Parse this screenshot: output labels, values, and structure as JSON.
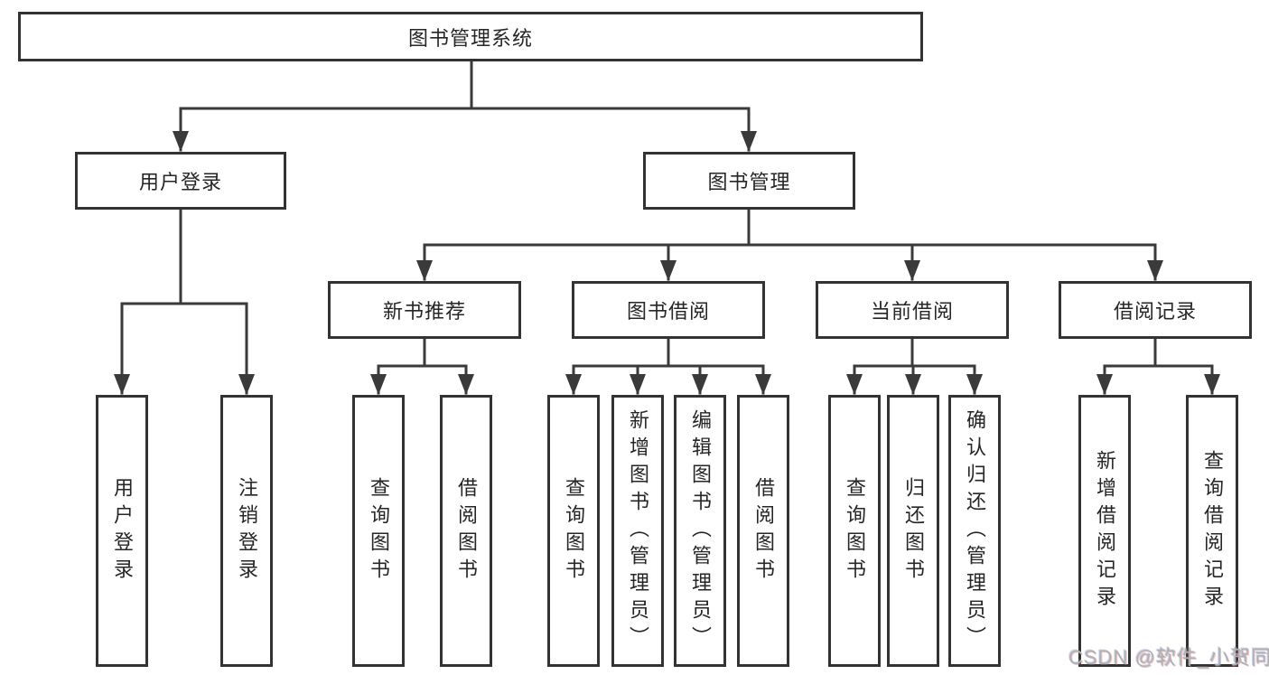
{
  "tree": {
    "label": "图书管理系统",
    "children": [
      {
        "label": "用户登录",
        "children": [
          {
            "label": "用户登录"
          },
          {
            "label": "注销登录"
          }
        ]
      },
      {
        "label": "图书管理",
        "children": [
          {
            "label": "新书推荐",
            "children": [
              {
                "label": "查询图书"
              },
              {
                "label": "借阅图书"
              }
            ]
          },
          {
            "label": "图书借阅",
            "children": [
              {
                "label": "查询图书"
              },
              {
                "label": "新增图书（管理员）"
              },
              {
                "label": "编辑图书（管理员）"
              },
              {
                "label": "借阅图书"
              }
            ]
          },
          {
            "label": "当前借阅",
            "children": [
              {
                "label": "查询图书"
              },
              {
                "label": "归还图书"
              },
              {
                "label": "确认归还（管理员）"
              }
            ]
          },
          {
            "label": "借阅记录",
            "children": [
              {
                "label": "新增借阅记录"
              },
              {
                "label": "查询借阅记录"
              }
            ]
          }
        ]
      }
    ]
  },
  "watermark": {
    "text": "CSDN @软件_小贺同学"
  },
  "colors": {
    "line": "#3a3a3a",
    "box_border": "#333333",
    "text": "#262626",
    "background": "#ffffff",
    "watermark": "#b0b0b0"
  }
}
